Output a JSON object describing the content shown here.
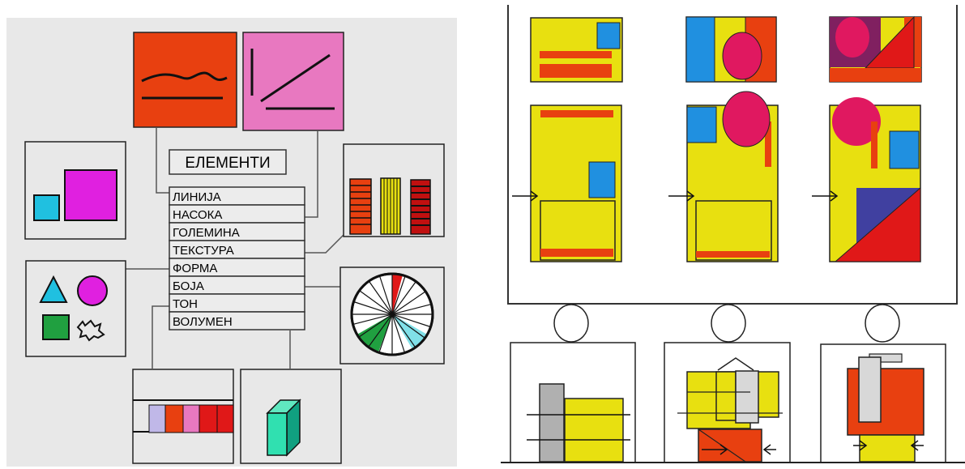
{
  "left_diagram": {
    "title": "ЕЛЕМЕНТИ",
    "elements": [
      "ЛИНИЈА",
      "НАСОКА",
      "ГОЛЕМИНА",
      "ТЕКСТУРА",
      "ФОРМА",
      "БОЈА",
      "ТОН",
      "ВОЛУМЕН"
    ]
  },
  "colors": {
    "background": "#e8e8e8",
    "orange": "#e84010",
    "pink": "#e878c0",
    "magenta": "#e020e0",
    "cyan": "#20c0e0",
    "green": "#20a040",
    "yellow": "#e8e010",
    "blue": "#2090e0",
    "crimson": "#e01860",
    "red": "#e01818",
    "navy": "#4040a0",
    "plum": "#802060",
    "teal": "#30e0b0",
    "gray": "#b0b0b0"
  }
}
